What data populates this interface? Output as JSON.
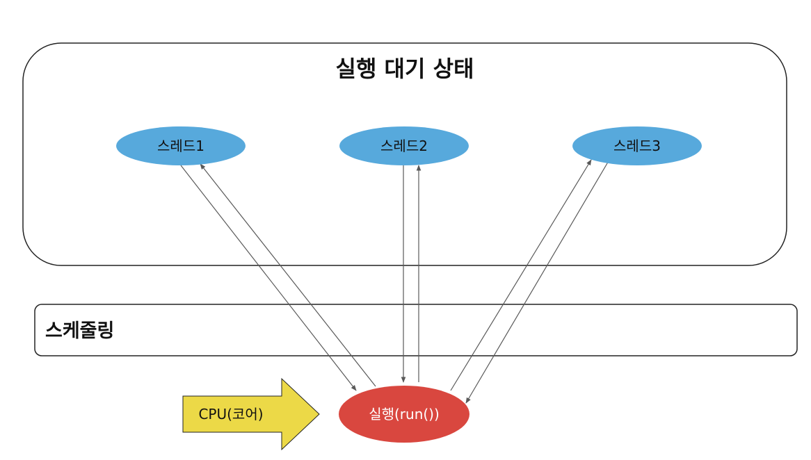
{
  "waiting_state": {
    "title": "실행 대기 상태"
  },
  "threads": [
    {
      "label": "스레드1"
    },
    {
      "label": "스레드2"
    },
    {
      "label": "스레드3"
    }
  ],
  "scheduling": {
    "label": "스케줄링"
  },
  "running": {
    "label": "실행(run())"
  },
  "cpu": {
    "label": "CPU(코어)"
  },
  "colors": {
    "thread_fill": "#57a9dc",
    "running_fill": "#d9473f",
    "cpu_fill": "#ecd947",
    "border": "#222222",
    "arrow": "#595959"
  }
}
